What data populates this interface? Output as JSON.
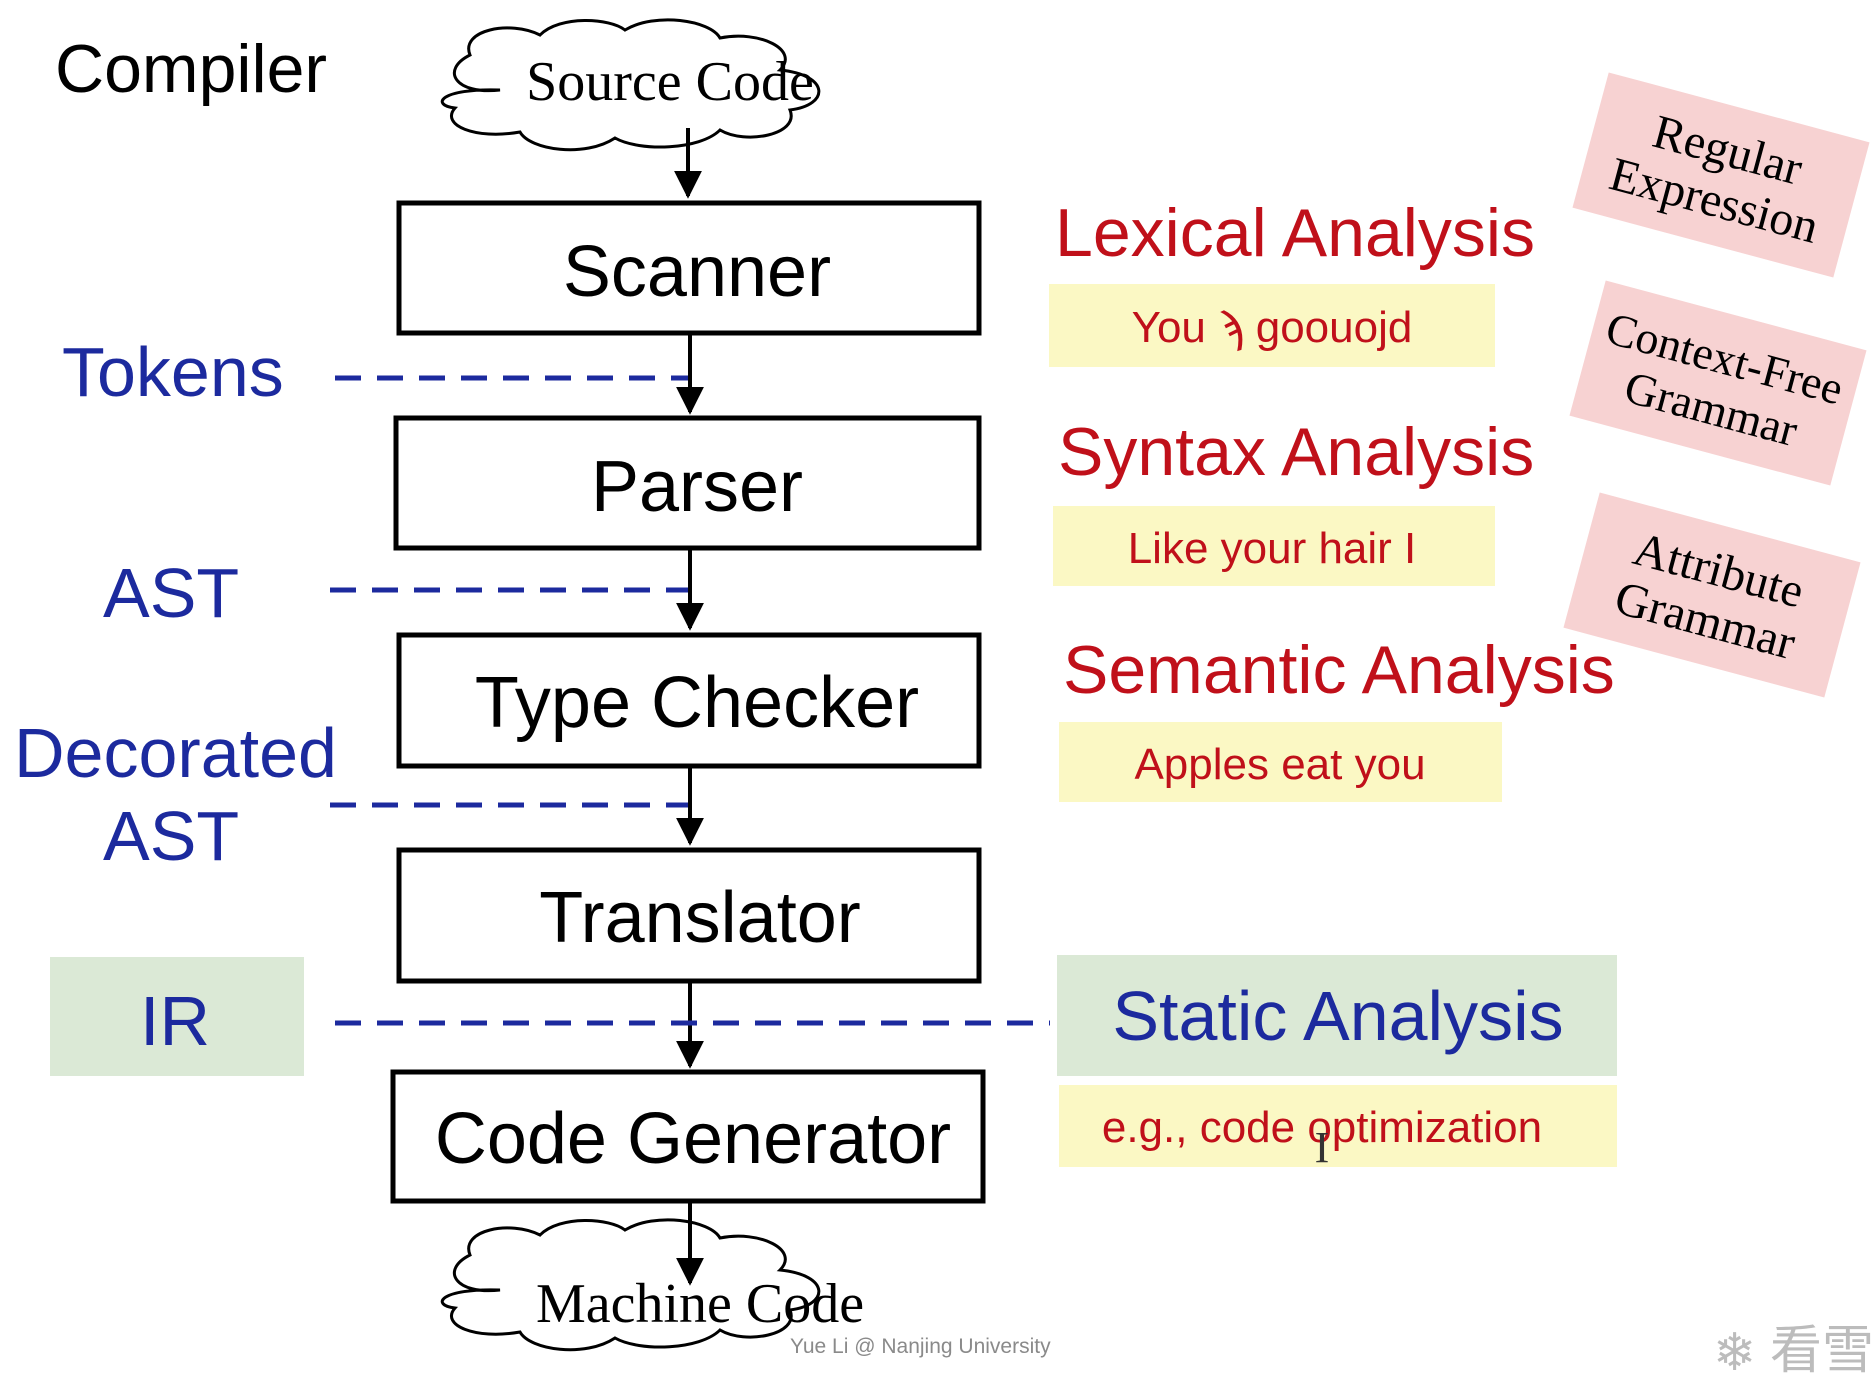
{
  "title": "Compiler",
  "source": "Source Code",
  "target": "Machine Code",
  "stages": [
    {
      "label": "Scanner"
    },
    {
      "label": "Parser"
    },
    {
      "label": "Type Checker"
    },
    {
      "label": "Translator"
    },
    {
      "label": "Code Generator"
    }
  ],
  "representations": {
    "tokens": "Tokens",
    "ast": "AST",
    "decorated_line1": "Decorated",
    "decorated_line2": "AST",
    "ir": "IR"
  },
  "analyses": {
    "lexical": {
      "title": "Lexical Analysis",
      "example": "You ϡ goouojd"
    },
    "syntax": {
      "title": "Syntax Analysis",
      "example": "Like your hair I"
    },
    "semantic": {
      "title": "Semantic Analysis",
      "example": "Apples eat you"
    },
    "static": {
      "title": "Static Analysis",
      "example": "e.g., code optimization"
    }
  },
  "formalisms": {
    "regular_line1": "Regular",
    "regular_line2": "Expression",
    "cfg_line1": "Context-Free",
    "cfg_line2": "Grammar",
    "attr_line1": "Attribute",
    "attr_line2": "Grammar"
  },
  "footer": {
    "credit": "Yue Li @ Nanjing University",
    "watermark": "看雪"
  },
  "colors": {
    "representation_blue": "#1c2a9e",
    "analysis_red": "#c0101a",
    "example_yellow": "#fbf8c4",
    "formalism_pink": "#f7d2d2",
    "ir_green": "#dbe9d6"
  }
}
